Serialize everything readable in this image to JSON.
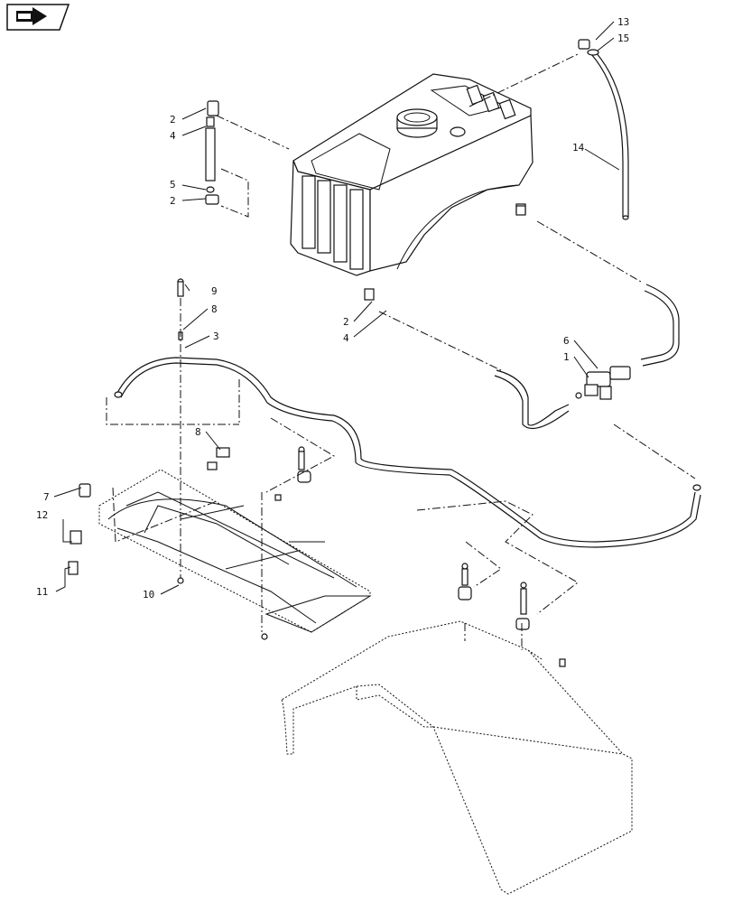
{
  "nav_badge": {
    "icon": "forward-arrow-icon"
  },
  "callouts": [
    {
      "id": "c13",
      "text": "13"
    },
    {
      "id": "c15",
      "text": "15"
    },
    {
      "id": "c14",
      "text": "14"
    },
    {
      "id": "c2a",
      "text": "2"
    },
    {
      "id": "c4a",
      "text": "4"
    },
    {
      "id": "c5",
      "text": "5"
    },
    {
      "id": "c2b",
      "text": "2"
    },
    {
      "id": "c9",
      "text": "9"
    },
    {
      "id": "c8a",
      "text": "8"
    },
    {
      "id": "c3",
      "text": "3"
    },
    {
      "id": "c2c",
      "text": "2"
    },
    {
      "id": "c4b",
      "text": "4"
    },
    {
      "id": "c6",
      "text": "6"
    },
    {
      "id": "c1",
      "text": "1"
    },
    {
      "id": "c8b",
      "text": "8"
    },
    {
      "id": "c7",
      "text": "7"
    },
    {
      "id": "c12",
      "text": "12"
    },
    {
      "id": "c11",
      "text": "11"
    },
    {
      "id": "c10",
      "text": "10"
    }
  ]
}
